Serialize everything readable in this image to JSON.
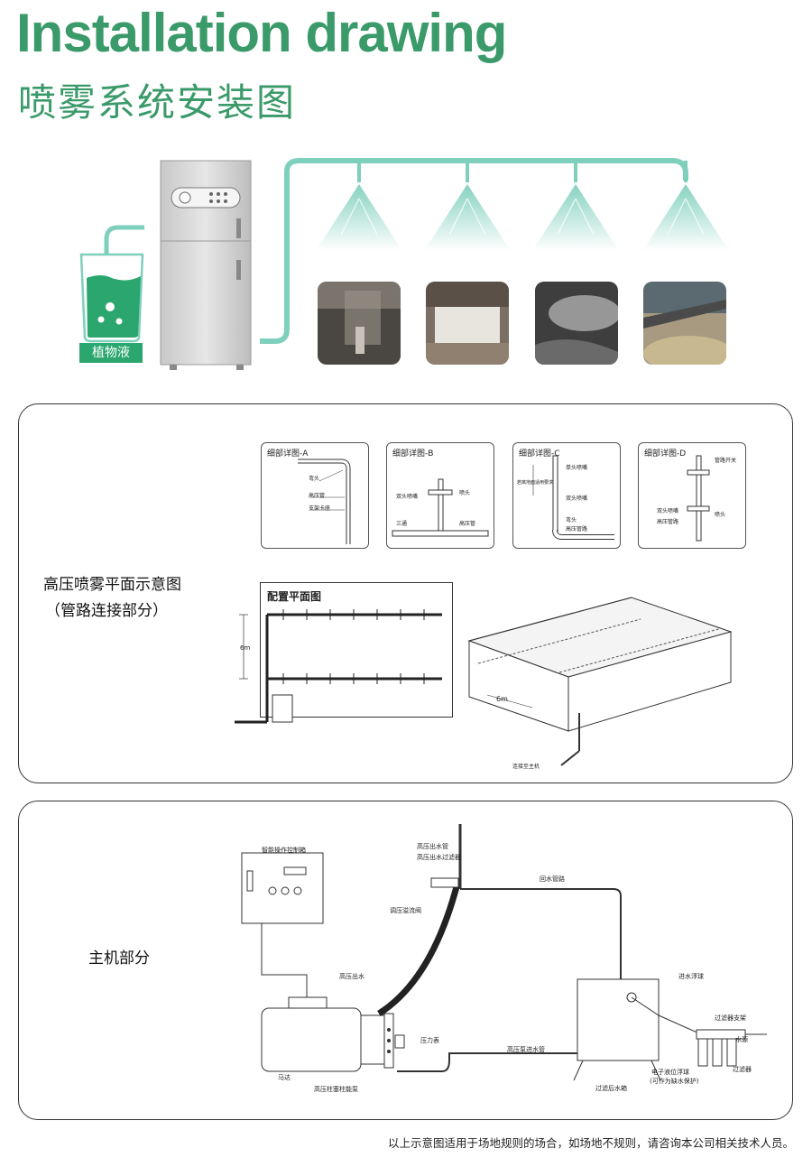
{
  "header": {
    "title_en": "Installation drawing",
    "title_cn": "喷雾系统安装图"
  },
  "top": {
    "liquid_label": "植物液",
    "photos": [
      "photo-1",
      "photo-2",
      "photo-3",
      "photo-4"
    ]
  },
  "panel1": {
    "side_label_line1": "高压喷雾平面示意图",
    "side_label_line2": "（管路连接部分）",
    "details": [
      {
        "title": "细部详图-A",
        "notes": [
          "弯头",
          "高压管",
          "支架卡座"
        ]
      },
      {
        "title": "细部详图-B",
        "notes": [
          "双头喷嘴",
          "喷头",
          "三通",
          "高压管"
        ]
      },
      {
        "title": "细部详图-C",
        "notes": [
          "单头喷嘴",
          "若离地面适用要求",
          "双头喷嘴",
          "弯头",
          "高压管路"
        ]
      },
      {
        "title": "细部详图-D",
        "notes": [
          "管路开关",
          "双头喷嘴",
          "喷头",
          "高压管路"
        ]
      }
    ],
    "plan_title": "配置平面图",
    "plan_dim": "6m",
    "iso_dim": "6m",
    "iso_note": "连接至主机"
  },
  "panel2": {
    "side_label": "主机部分",
    "labels": {
      "controller": "智能操作控制箱",
      "out_pipe": "高压出水管",
      "out_filter": "高压出水过滤器",
      "valve": "调压溢流阀",
      "return": "回水管路",
      "hp_out": "高压出水",
      "gauge": "压力表",
      "inlet_pipe": "高压泵进水管",
      "motor": "马达",
      "pump": "高压柱塞柱能泵",
      "float": "进水浮球",
      "filter_rack": "过滤器支架",
      "water_source": "水源",
      "filter": "过滤器",
      "elec_float": "电子液位浮球",
      "elec_float_note": "(可作为缺水保护)",
      "tank": "过滤后水箱"
    }
  },
  "footer": {
    "note": "以上示意图适用于场地规则的场合，如场地不规则，请咨询本公司相关技术人员。"
  },
  "colors": {
    "brand_green": "#3a9a6a",
    "pipe_teal": "#7fcfbd",
    "liquid": "#2aa66e"
  }
}
